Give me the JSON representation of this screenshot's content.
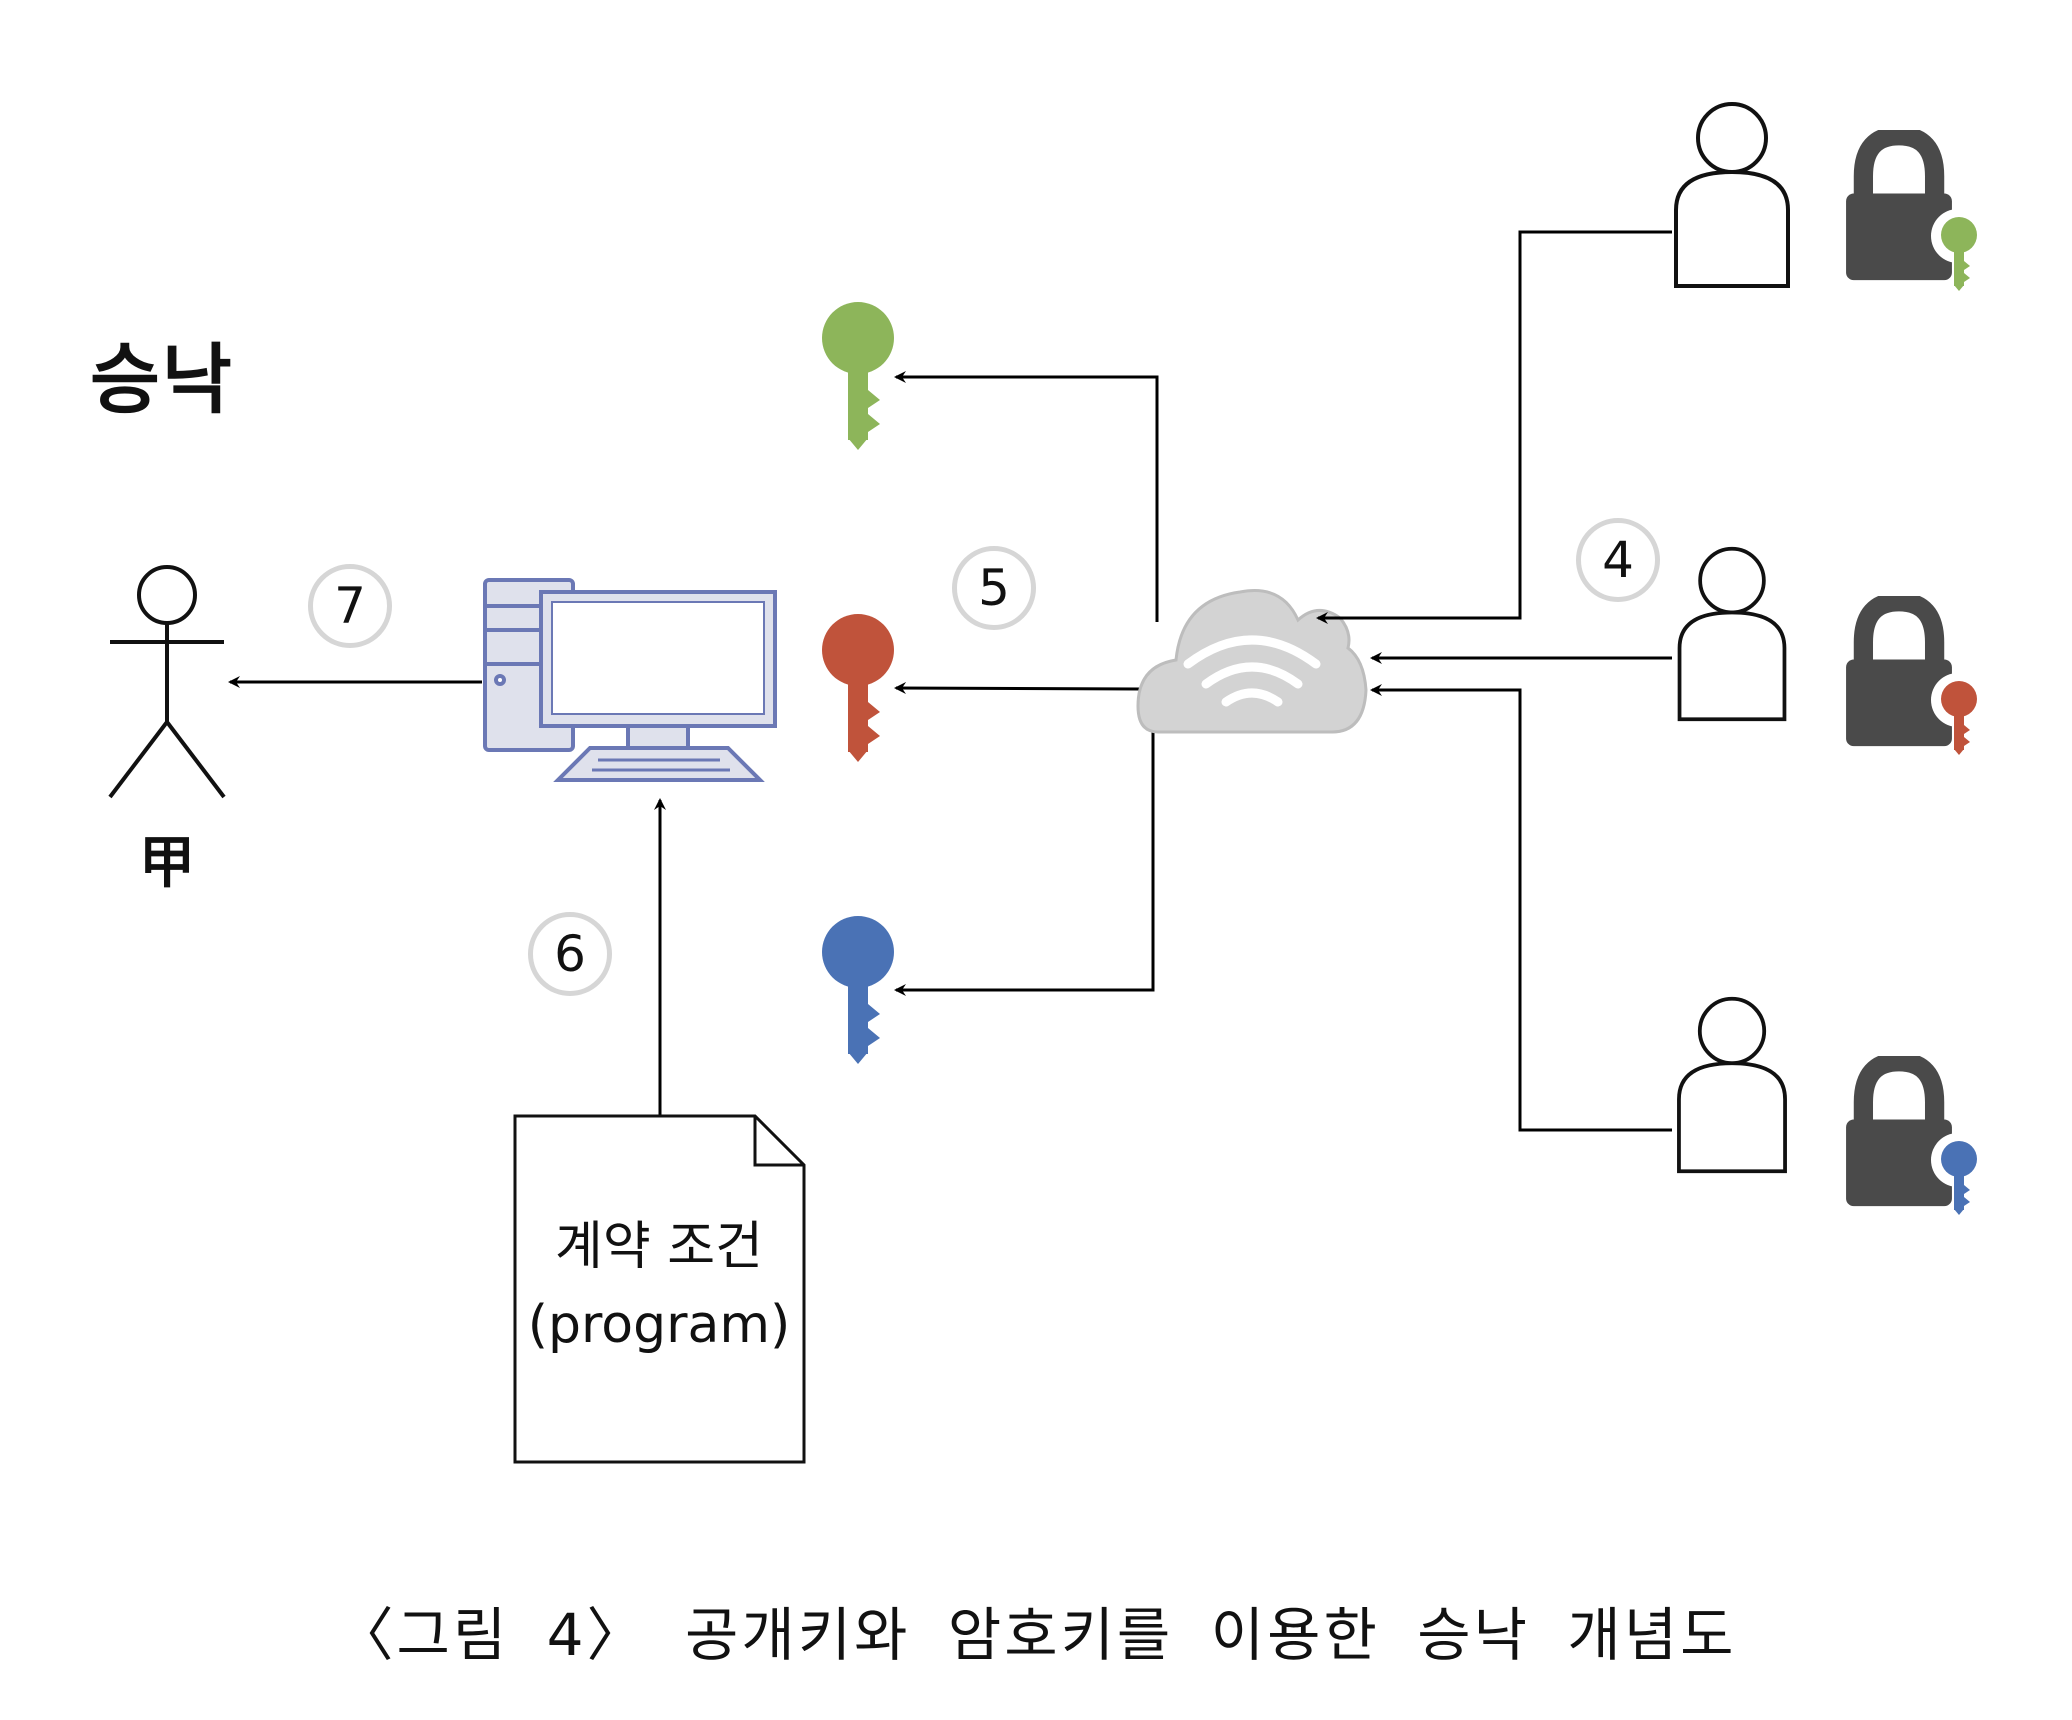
{
  "title": "승낙",
  "actor": {
    "label": "甲"
  },
  "steps": {
    "s4": "4",
    "s5": "5",
    "s6": "6",
    "s7": "7"
  },
  "document": {
    "line1": "계약 조건",
    "line2": "(program)"
  },
  "caption": "〈그림 4〉 공개키와 암호키를 이용한 승낙 개념도",
  "colors": {
    "key_green": "#8db55a",
    "key_red": "#c0533b",
    "key_blue": "#4a72b5",
    "lock_body": "#4a4a4a",
    "cloud": "#d3d3d3",
    "computer_outline": "#6b78b5"
  },
  "icons": [
    "person-outline-icon",
    "lock-icon",
    "key-icon",
    "cloud-wifi-icon",
    "desktop-computer-icon",
    "document-icon",
    "stick-figure-icon"
  ]
}
